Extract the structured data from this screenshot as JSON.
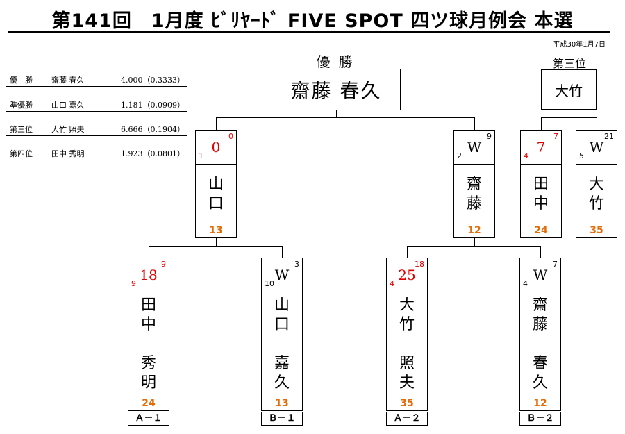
{
  "title": "第141回　1月度 ﾋﾞﾘﾔｰﾄﾞ FIVE SPOT 四ツ球月例会 本選",
  "date": "平成30年1月7日",
  "results": [
    {
      "rank": "優　勝",
      "name": "齋藤 春久",
      "value": "4.000（0.3333）"
    },
    {
      "rank": "準優勝",
      "name": "山口 嘉久",
      "value": "1.181（0.0909）"
    },
    {
      "rank": "第三位",
      "name": "大竹 照夫",
      "value": "6.666（0.1904）"
    },
    {
      "rank": "第四位",
      "name": "田中 秀明",
      "value": "1.923（0.0801）"
    }
  ],
  "champion": {
    "label": "優勝",
    "name": "齋藤 春久"
  },
  "third_place": {
    "label": "第三位",
    "name": "大竹"
  },
  "semis": [
    {
      "score": "0",
      "target": "0",
      "innings": "1",
      "name": "山\n口",
      "handicap": "13",
      "score_red": true
    },
    {
      "score": "W",
      "target": "9",
      "innings": "2",
      "name": "齋\n藤",
      "handicap": "12",
      "score_red": false
    },
    {
      "score": "7",
      "target": "7",
      "innings": "4",
      "name": "田\n中",
      "handicap": "24",
      "score_red": true
    },
    {
      "score": "W",
      "target": "21",
      "innings": "5",
      "name": "大\n竹",
      "handicap": "35",
      "score_red": false
    }
  ],
  "firsts": [
    {
      "score": "18",
      "target": "9",
      "innings": "9",
      "name": "田\n中\n\n秀\n明",
      "handicap": "24",
      "group": "Ａ－１",
      "score_red": true
    },
    {
      "score": "W",
      "target": "3",
      "innings": "10",
      "name": "山\n口\n\n嘉\n久",
      "handicap": "13",
      "group": "Ｂ－１",
      "score_red": false
    },
    {
      "score": "25",
      "target": "18",
      "innings": "4",
      "name": "大\n竹\n\n照\n夫",
      "handicap": "35",
      "group": "Ａ－２",
      "score_red": true
    },
    {
      "score": "W",
      "target": "7",
      "innings": "4",
      "name": "齋\n藤\n\n春\n久",
      "handicap": "12",
      "group": "Ｂ－２",
      "score_red": false
    }
  ],
  "colors": {
    "win_score": "#e00000",
    "handicap": "#e36c09"
  }
}
